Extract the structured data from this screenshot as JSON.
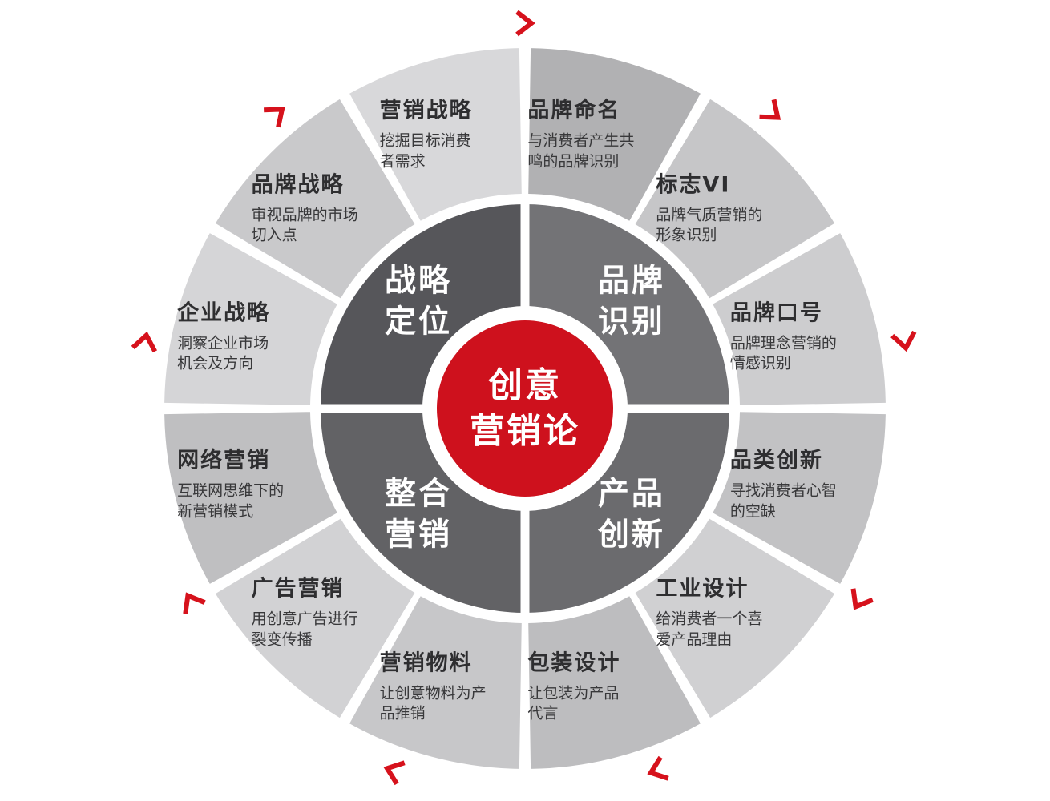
{
  "background": "#ffffff",
  "wheel": {
    "center_label": "创意\n营销论",
    "center_color": "#ce111d",
    "arrow_color": "#d6121c",
    "arrow_count": 9,
    "quadrants": [
      {
        "label": "品牌\n识别",
        "fill": "#737376"
      },
      {
        "label": "产品\n创新",
        "fill": "#6b6b6e"
      },
      {
        "label": "整合\n营销",
        "fill": "#626265"
      },
      {
        "label": "战略\n定位",
        "fill": "#56565a"
      }
    ],
    "segments": [
      {
        "title": "品牌命名",
        "desc": "与消费者产生共\n鸣的品牌识别",
        "fill": "#b1b1b3"
      },
      {
        "title": "标志VI",
        "desc": "品牌气质营销的\n形象识别",
        "fill": "#c6c6c8"
      },
      {
        "title": "品牌口号",
        "desc": "品牌理念营销的\n情感识别",
        "fill": "#cdcdcf"
      },
      {
        "title": "品类创新",
        "desc": "寻找消费者心智\n的空缺",
        "fill": "#c2c2c4"
      },
      {
        "title": "工业设计",
        "desc": "给消费者一个喜\n爱产品理由",
        "fill": "#d0d0d2"
      },
      {
        "title": "包装设计",
        "desc": "让包装为产品\n代言",
        "fill": "#bdbdbf"
      },
      {
        "title": "营销物料",
        "desc": "让创意物料为产\n品推销",
        "fill": "#c7c7c9"
      },
      {
        "title": "广告营销",
        "desc": "用创意广告进行\n裂变传播",
        "fill": "#d2d2d4"
      },
      {
        "title": "网络营销",
        "desc": "互联网思维下的\n新营销模式",
        "fill": "#bfbfc1"
      },
      {
        "title": "企业战略",
        "desc": "洞察企业市场\n机会及方向",
        "fill": "#d5d5d7"
      },
      {
        "title": "品牌战略",
        "desc": "审视品牌的市场\n切入点",
        "fill": "#c9c9cb"
      },
      {
        "title": "营销战略",
        "desc": "挖掘目标消费\n者需求",
        "fill": "#d8d8da"
      }
    ]
  }
}
